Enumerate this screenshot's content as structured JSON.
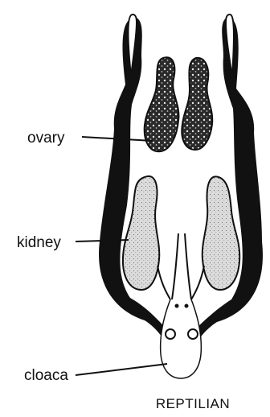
{
  "labels": {
    "ovary": "ovary",
    "kidney": "kidney",
    "cloaca": "cloaca"
  },
  "caption": "REPTILIAN"
}
